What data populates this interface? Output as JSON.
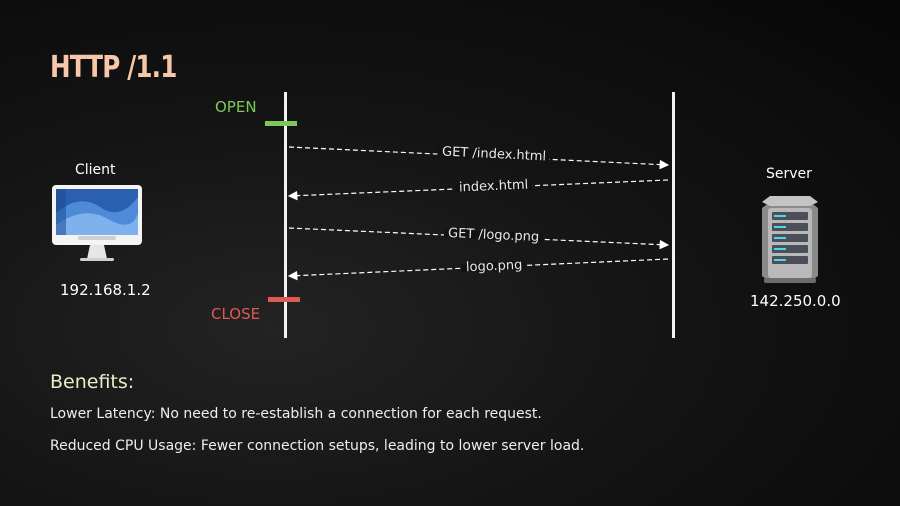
{
  "title": "HTTP /1.1",
  "colors": {
    "open": "#7cc95a",
    "close": "#e05a55",
    "heading": "#f6c7a8",
    "benefits": "#e3f2c4"
  },
  "open_label": "OPEN",
  "close_label": "CLOSE",
  "client": {
    "label": "Client",
    "ip": "192.168.1.2",
    "icon": "desktop-monitor-icon"
  },
  "server": {
    "label": "Server",
    "ip": "142.250.0.0",
    "icon": "server-rack-icon"
  },
  "messages": [
    {
      "label": "GET /index.html",
      "direction": "client-to-server"
    },
    {
      "label": "index.html",
      "direction": "server-to-client"
    },
    {
      "label": "GET /logo.png",
      "direction": "client-to-server"
    },
    {
      "label": "logo.png",
      "direction": "server-to-client"
    }
  ],
  "benefits": {
    "title": "Benefits:",
    "items": [
      "Lower Latency: No need to re-establish a connection for each request.",
      "Reduced CPU Usage: Fewer connection setups, leading to lower server load."
    ]
  }
}
